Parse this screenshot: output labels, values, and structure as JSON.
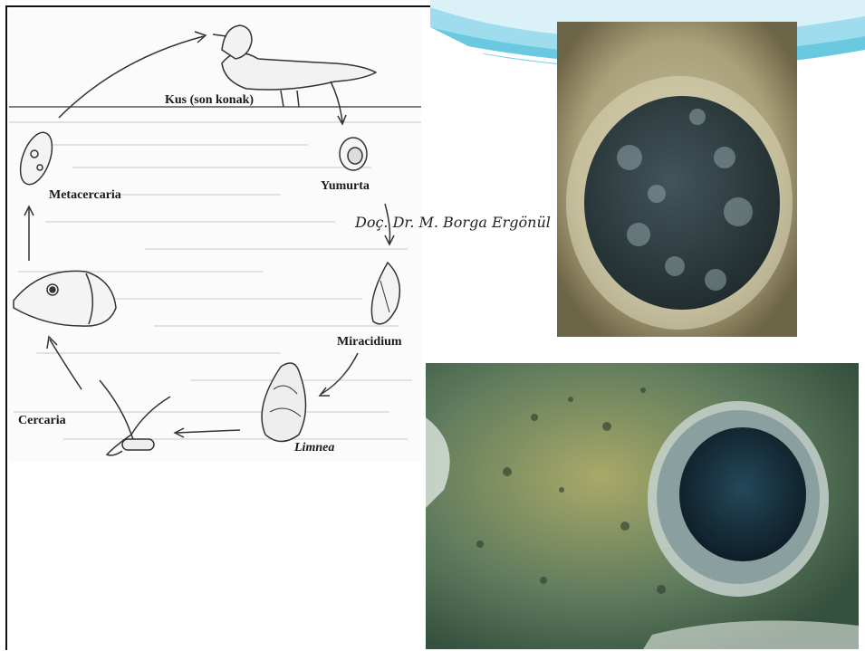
{
  "diagram": {
    "labels": {
      "final_host": "Kus (son konak)",
      "egg": "Yumurta",
      "miracidium": "Miracidium",
      "snail": "Limnea",
      "cercaria": "Cercaria",
      "metacercaria": "Metacercaria"
    }
  },
  "credit": "Doç. Dr. M. Borga Ergönül",
  "colors": {
    "swoosh_light": "#bfe8f2",
    "swoosh_blue": "#5cc3dc",
    "eye_dark": "#2c3a3d",
    "fish_green": "#557552"
  }
}
